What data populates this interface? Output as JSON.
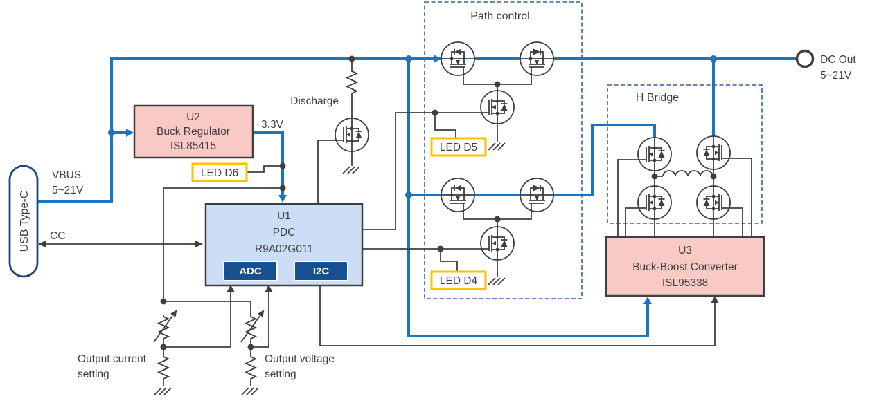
{
  "colors": {
    "wire_blue": "#1B75BC",
    "wire_gray": "#3F3F3F",
    "block_pink": "#F9C9C6",
    "block_light_blue": "#CBDEF5",
    "chip_navy": "#17508F",
    "led_border_yellow": "#FFC000",
    "dashed_group_blue": "#33609F",
    "connector_border_navy": "#1F4679"
  },
  "connector": {
    "label": "USB Type-C",
    "vbus_line1": "VBUS",
    "vbus_line2": "5~21V",
    "cc": "CC"
  },
  "blocks": {
    "u2": {
      "ref": "U2",
      "name": "Buck Regulator",
      "part": "ISL85415"
    },
    "u1": {
      "ref": "U1",
      "name": "PDC",
      "part": "R9A02G011",
      "adc": "ADC",
      "i2c": "I2C"
    },
    "u3": {
      "ref": "U3",
      "name": "Buck-Boost Converter",
      "part": "ISL95338"
    }
  },
  "groups": {
    "path_control": "Path control",
    "h_bridge": "H Bridge"
  },
  "leds": {
    "d4": "LED D4",
    "d5": "LED D5",
    "d6": "LED D6"
  },
  "labels": {
    "v33": "+3.3V",
    "discharge": "Discharge",
    "dc_out1": "DC Out",
    "dc_out2": "5~21V",
    "out_current1": "Output current",
    "out_current2": "setting",
    "out_voltage1": "Output voltage",
    "out_voltage2": "setting"
  }
}
